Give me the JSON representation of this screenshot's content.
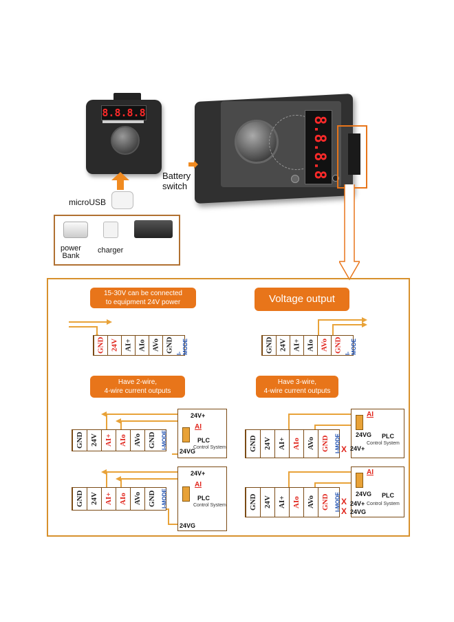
{
  "top": {
    "battery_switch": "Battery\nswitch",
    "microusb": "microUSB",
    "power_bank": "power\nBank",
    "charger": "charger",
    "small_display": "8.8.8.8",
    "big_display": "8.8.8.8"
  },
  "panels": {
    "p1_title": "15-30V can be connected\nto equipment 24V power",
    "p2_title": "Voltage output",
    "p3_title": "Have 2-wire,\n4-wire current outputs",
    "p4_title": "Have 3-wire,\n4-wire current outputs"
  },
  "terminals": {
    "gnd": "GND",
    "v24": "24V",
    "ai_plus": "AI+",
    "aio": "AIo",
    "avo": "AVo",
    "mode": "I-MODE"
  },
  "plc": {
    "v24p": "24V+",
    "ai": "AI",
    "name": "PLC",
    "sub": "Control System",
    "v24g": "24VG"
  },
  "x_mark": "X"
}
